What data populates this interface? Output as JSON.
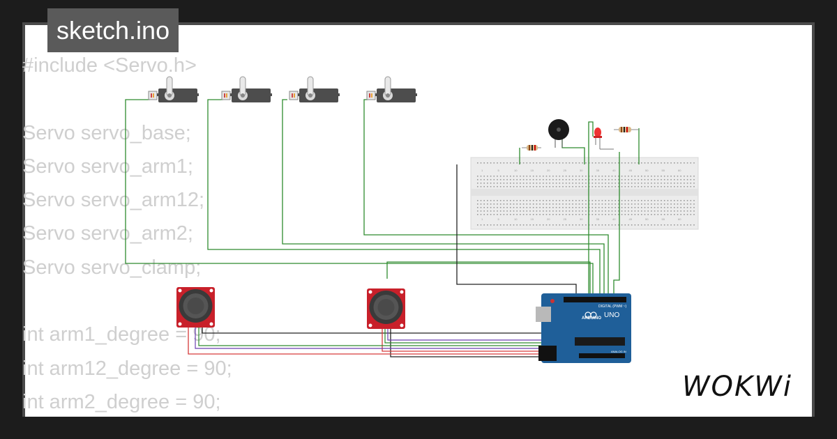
{
  "window": {
    "title": "sketch.ino"
  },
  "code_lines": [
    "#include <Servo.h>",
    "",
    "Servo servo_base;",
    "Servo servo_arm1;",
    "Servo servo_arm12;",
    "Servo servo_arm2;",
    "Servo servo_clamp;",
    "",
    "int arm1_degree = 90;",
    "int arm12_degree = 90;",
    "int arm2_degree = 90;"
  ],
  "brand": {
    "logo_text": "WOKWi"
  },
  "board": {
    "name": "UNO",
    "maker": "ARDUINO",
    "header_label": "DIGITAL (PWM ~)",
    "power_label": "ANALOG IN"
  },
  "breadboard": {
    "column_numbers": [
      "1",
      "5",
      "10",
      "15",
      "20",
      "25",
      "30",
      "35",
      "40",
      "45",
      "50",
      "55",
      "60"
    ]
  },
  "colors": {
    "background": "#1c1c1c",
    "card": "#ffffff",
    "badge": "#5a5a5a",
    "code_text": "#cfcfcf",
    "wire_green": "#2e8b2e",
    "wire_black": "#222222",
    "wire_red": "#d63a3a",
    "board_blue": "#1f5f99",
    "joystick_red": "#c8202a"
  },
  "icons": [
    "servo-motor-icon",
    "joystick-icon",
    "buzzer-icon",
    "led-icon",
    "resistor-icon",
    "arduino-uno-icon",
    "breadboard-icon"
  ]
}
